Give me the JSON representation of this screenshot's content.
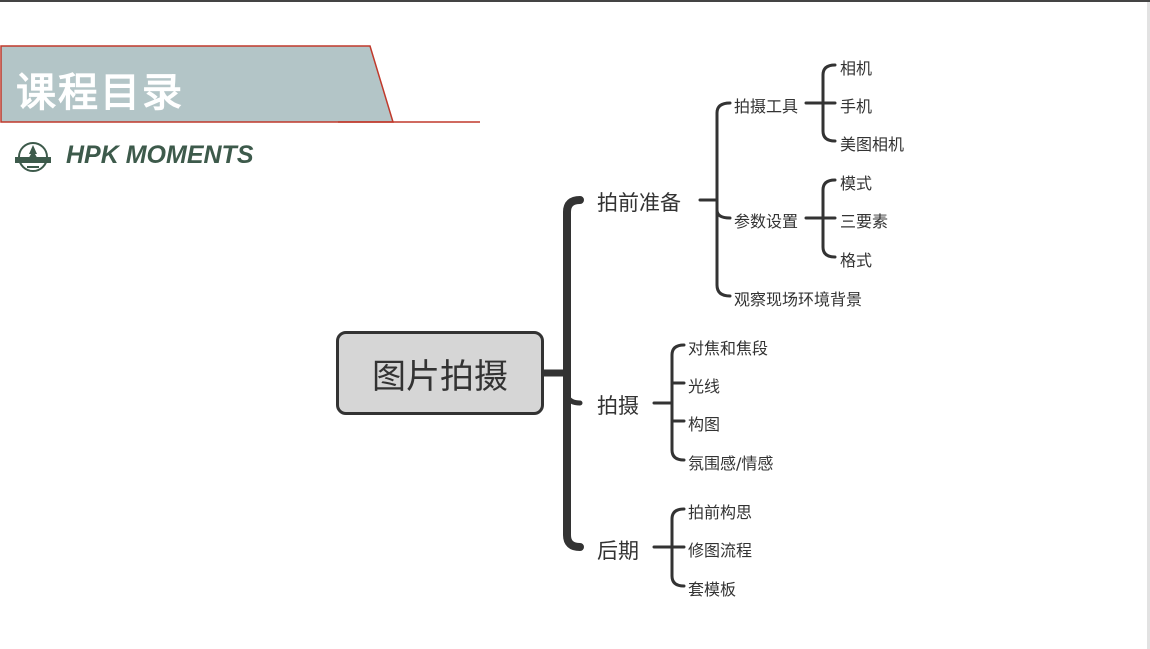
{
  "header": {
    "title": "课程目录",
    "brand": "HPK MOMENTS",
    "banner_color": "#b3c5c7",
    "accent_line_color": "#c0392b",
    "brand_color": "#3d5a4b"
  },
  "mindmap": {
    "root": "图片拍摄",
    "branches": [
      {
        "label": "拍前准备",
        "children": [
          {
            "label": "拍摄工具",
            "children": [
              "相机",
              "手机",
              "美图相机"
            ]
          },
          {
            "label": "参数设置",
            "children": [
              "模式",
              "三要素",
              "格式"
            ]
          },
          {
            "label": "观察现场环境背景",
            "children": []
          }
        ]
      },
      {
        "label": "拍摄",
        "children": [
          {
            "label": "对焦和焦段"
          },
          {
            "label": "光线"
          },
          {
            "label": "构图"
          },
          {
            "label": "氛围感/情感"
          }
        ]
      },
      {
        "label": "后期",
        "children": [
          {
            "label": "拍前构思"
          },
          {
            "label": "修图流程"
          },
          {
            "label": "套模板"
          }
        ]
      }
    ]
  }
}
